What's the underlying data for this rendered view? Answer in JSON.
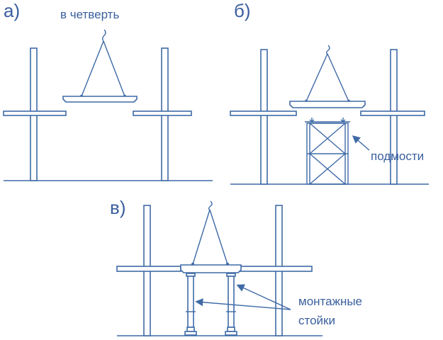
{
  "panels": {
    "a": {
      "letter": "а)",
      "caption": "в четверть"
    },
    "b": {
      "letter": "б)",
      "annotation": "подмости"
    },
    "c": {
      "letter": "в)",
      "annotation_line1": "монтажные",
      "annotation_line2": "стойки"
    }
  },
  "colors": {
    "line": "#3f6aa6",
    "text": "#3a5f9e"
  }
}
